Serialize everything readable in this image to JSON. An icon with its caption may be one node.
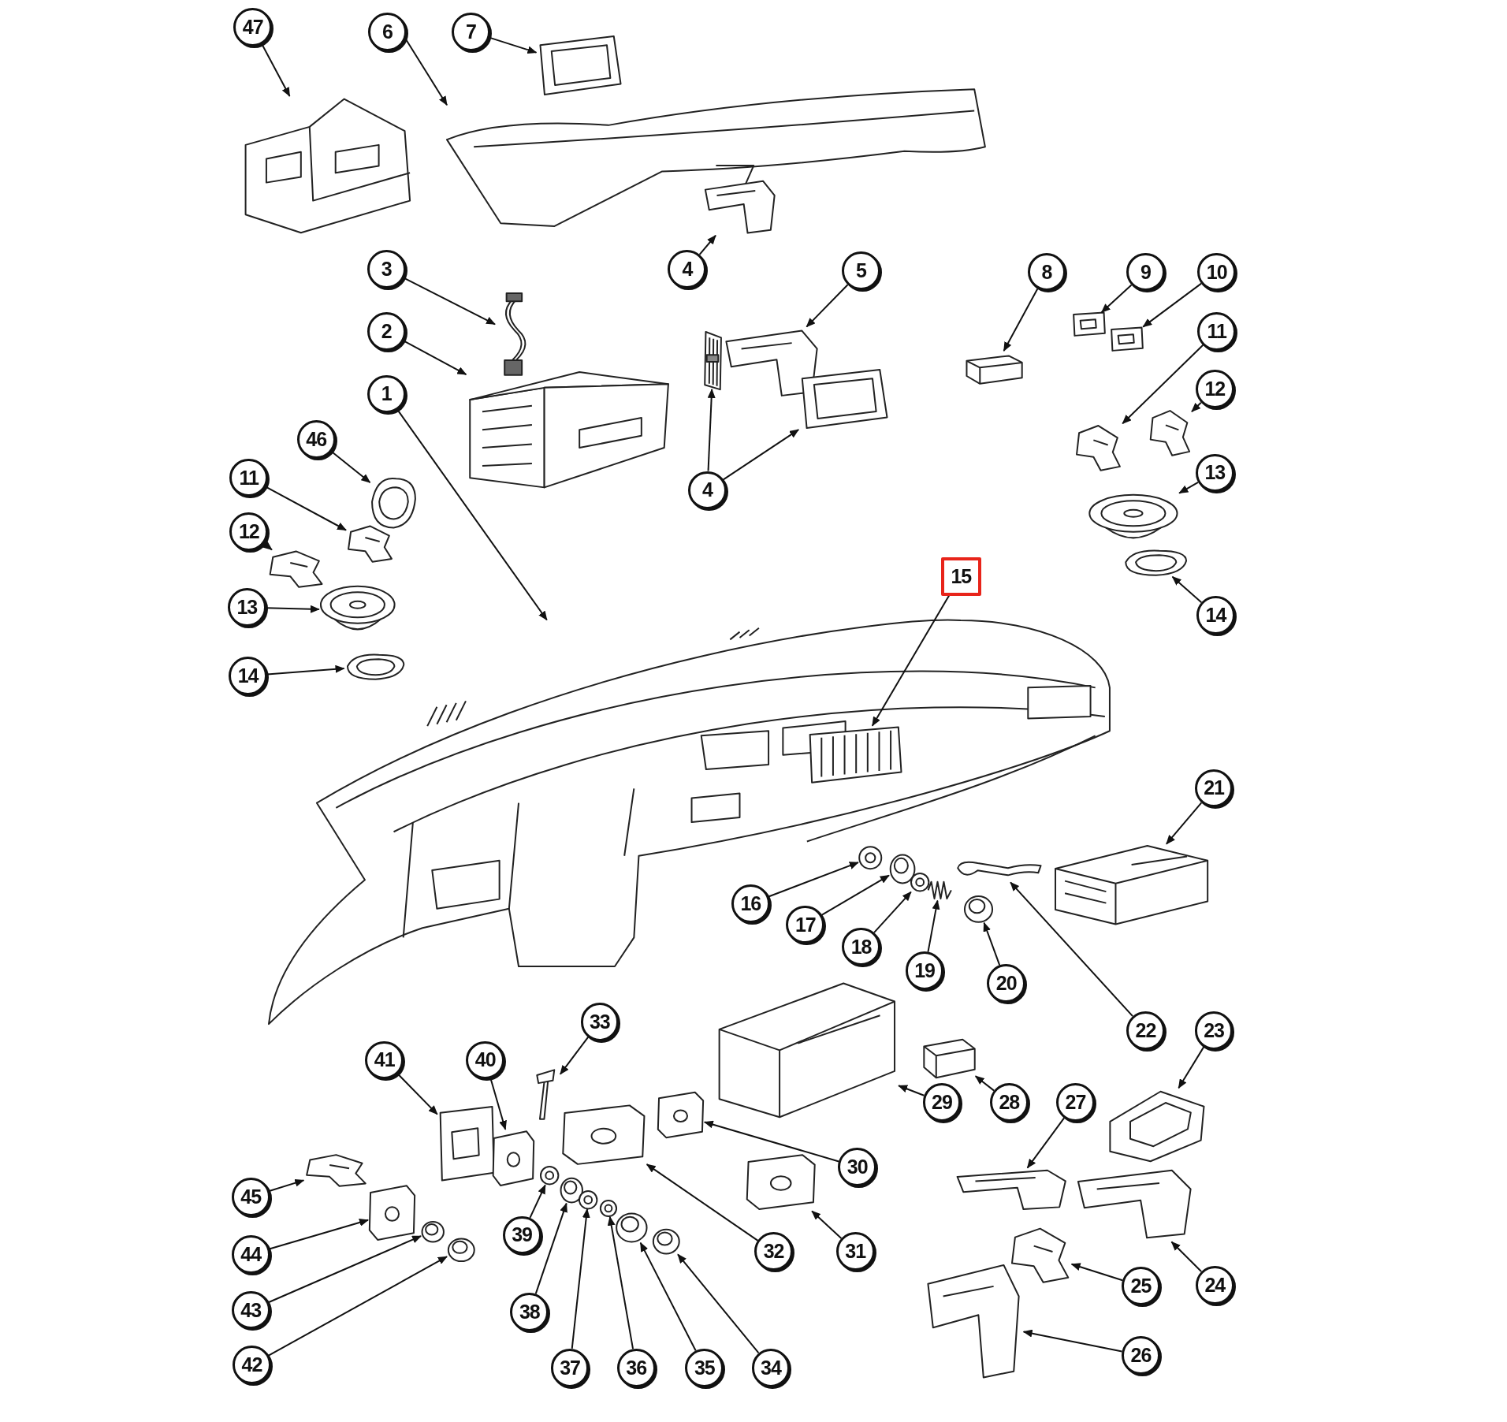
{
  "diagram": {
    "nodes": [
      {
        "text": [
          "47"
        ]
      },
      {
        "text": [],
        "shape": "picture"
      },
      {
        "text": [
          "6"
        ]
      },
      {
        "text": [],
        "shape": "picture"
      },
      {
        "text": [
          "7"
        ]
      },
      {
        "text": [],
        "shape": "picture"
      },
      {
        "text": [
          "4"
        ]
      },
      {
        "text": [],
        "shape": "picture"
      },
      {
        "text": [
          "3"
        ]
      },
      {
        "text": [],
        "shape": "picture"
      },
      {
        "text": [
          "2"
        ]
      },
      {
        "text": [],
        "shape": "picture"
      },
      {
        "text": [
          "1"
        ]
      },
      {
        "text": [],
        "shape": "picture"
      },
      {
        "text": [
          "5"
        ]
      },
      {
        "text": [],
        "shape": "picture"
      },
      {
        "text": [
          "4"
        ]
      },
      {
        "text": [],
        "shape": "picture"
      },
      {
        "text": [],
        "shape": "picture"
      },
      {
        "text": [
          "8"
        ]
      },
      {
        "text": [],
        "shape": "picture"
      },
      {
        "text": [
          "9"
        ]
      },
      {
        "text": [],
        "shape": "picture"
      },
      {
        "text": [
          "10"
        ]
      },
      {
        "text": [],
        "shape": "picture"
      },
      {
        "text": [
          "11"
        ]
      },
      {
        "text": [],
        "shape": "picture"
      },
      {
        "text": [
          "12"
        ]
      },
      {
        "text": [],
        "shape": "picture"
      },
      {
        "text": [
          "13"
        ]
      },
      {
        "text": [],
        "shape": "picture"
      },
      {
        "text": [
          "14"
        ]
      },
      {
        "text": [],
        "shape": "picture"
      },
      {
        "text": [
          "46"
        ]
      },
      {
        "text": [],
        "shape": "picture"
      },
      {
        "text": [
          "11"
        ]
      },
      {
        "text": [],
        "shape": "picture"
      },
      {
        "text": [
          "12"
        ]
      },
      {
        "text": [],
        "shape": "picture"
      },
      {
        "text": [
          "13"
        ]
      },
      {
        "text": [],
        "shape": "picture"
      },
      {
        "text": [
          "14"
        ]
      },
      {
        "text": [],
        "shape": "picture",
        "in": 13
      },
      {
        "text": [
          "15"
        ]
      },
      {
        "text": [],
        "shape": "picture",
        "in": 13
      },
      {
        "text": [
          "21"
        ]
      },
      {
        "text": [],
        "shape": "picture"
      },
      {
        "text": [
          "16"
        ],
        "in": 13
      },
      {
        "text": [],
        "shape": "picture",
        "in": 13
      },
      {
        "text": [
          "17"
        ],
        "in": 13
      },
      {
        "text": [],
        "shape": "picture",
        "in": 13
      },
      {
        "text": [
          "18"
        ],
        "in": 13
      },
      {
        "text": [],
        "shape": "picture",
        "in": 13
      },
      {
        "text": [
          "19"
        ],
        "in": 13
      },
      {
        "text": [],
        "shape": "picture",
        "in": 13
      },
      {
        "text": [
          "20"
        ],
        "in": 13
      },
      {
        "text": [],
        "shape": "picture",
        "in": 13
      },
      {
        "text": [
          "22"
        ]
      },
      {
        "text": [],
        "shape": "picture",
        "in": 13
      },
      {
        "text": [
          "23"
        ]
      },
      {
        "text": [],
        "shape": "picture"
      },
      {
        "text": [
          "33"
        ]
      },
      {
        "text": [],
        "shape": "picture"
      },
      {
        "text": [
          "41"
        ]
      },
      {
        "text": [],
        "shape": "picture"
      },
      {
        "text": [
          "40"
        ]
      },
      {
        "text": [],
        "shape": "picture"
      },
      {
        "text": [
          "29"
        ]
      },
      {
        "text": [],
        "shape": "picture"
      },
      {
        "text": [
          "28"
        ]
      },
      {
        "text": [],
        "shape": "picture"
      },
      {
        "text": [
          "27"
        ]
      },
      {
        "text": [],
        "shape": "picture"
      },
      {
        "text": [
          "30"
        ]
      },
      {
        "text": [],
        "shape": "picture"
      },
      {
        "text": [
          "45"
        ]
      },
      {
        "text": [],
        "shape": "picture"
      },
      {
        "text": [
          "44"
        ]
      },
      {
        "text": [],
        "shape": "picture"
      },
      {
        "text": [
          "39"
        ]
      },
      {
        "text": [],
        "shape": "picture"
      },
      {
        "text": [
          "32"
        ]
      },
      {
        "text": [],
        "shape": "picture"
      },
      {
        "text": [
          "31"
        ]
      },
      {
        "text": [],
        "shape": "picture"
      },
      {
        "text": [
          "24"
        ]
      },
      {
        "text": [],
        "shape": "picture"
      },
      {
        "text": [
          "25"
        ]
      },
      {
        "text": [],
        "shape": "picture"
      },
      {
        "text": [
          "43"
        ]
      },
      {
        "text": [],
        "shape": "picture"
      },
      {
        "text": [
          "38"
        ]
      },
      {
        "text": [],
        "shape": "picture"
      },
      {
        "text": [
          "26"
        ]
      },
      {
        "text": [],
        "shape": "picture"
      },
      {
        "text": [
          "42"
        ]
      },
      {
        "text": [],
        "shape": "picture"
      },
      {
        "text": [
          "37"
        ]
      },
      {
        "text": [],
        "shape": "picture"
      },
      {
        "text": [
          "36"
        ]
      },
      {
        "text": [],
        "shape": "picture"
      },
      {
        "text": [
          "35"
        ]
      },
      {
        "text": [],
        "shape": "picture"
      },
      {
        "text": [
          "34"
        ]
      },
      {
        "text": [],
        "shape": "picture"
      }
    ],
    "edges": [
      {
        "from": 0,
        "to": 1,
        "arrow": "to"
      },
      {
        "from": 2,
        "to": 3,
        "arrow": "to"
      },
      {
        "from": 4,
        "to": 5,
        "arrow": "to"
      },
      {
        "from": 6,
        "to": 7,
        "arrow": "to"
      },
      {
        "from": 8,
        "to": 9,
        "arrow": "to"
      },
      {
        "from": 10,
        "to": 11,
        "arrow": "to"
      },
      {
        "from": 12,
        "to": 13,
        "arrow": "to"
      },
      {
        "from": 14,
        "to": 15,
        "arrow": "to"
      },
      {
        "from": 16,
        "to": 17,
        "arrow": "to"
      },
      {
        "from": 16,
        "to": 18,
        "arrow": "to"
      },
      {
        "from": 19,
        "to": 20,
        "arrow": "to"
      },
      {
        "from": 21,
        "to": 22,
        "arrow": "to"
      },
      {
        "from": 23,
        "to": 24,
        "arrow": "to"
      },
      {
        "from": 25,
        "to": 26,
        "arrow": "to"
      },
      {
        "from": 27,
        "to": 28,
        "arrow": "to"
      },
      {
        "from": 29,
        "to": 30,
        "arrow": "to"
      },
      {
        "from": 31,
        "to": 32,
        "arrow": "to"
      },
      {
        "from": 33,
        "to": 34,
        "arrow": "to"
      },
      {
        "from": 35,
        "to": 36,
        "arrow": "to"
      },
      {
        "from": 37,
        "to": 38,
        "arrow": "to"
      },
      {
        "from": 39,
        "to": 40,
        "arrow": "to"
      },
      {
        "from": 41,
        "to": 42,
        "arrow": "to"
      },
      {
        "from": 43,
        "to": 44,
        "arrow": "to"
      },
      {
        "from": 45,
        "to": 46,
        "arrow": "to"
      },
      {
        "from": 47,
        "to": 48,
        "arrow": "to"
      },
      {
        "from": 49,
        "to": 50,
        "arrow": "to"
      },
      {
        "from": 51,
        "to": 52,
        "arrow": "to"
      },
      {
        "from": 53,
        "to": 54,
        "arrow": "to"
      },
      {
        "from": 55,
        "to": 56,
        "arrow": "to"
      },
      {
        "from": 57,
        "to": 58,
        "arrow": "to"
      },
      {
        "from": 59,
        "to": 60,
        "arrow": "to"
      },
      {
        "from": 61,
        "to": 62,
        "arrow": "to"
      },
      {
        "from": 63,
        "to": 64,
        "arrow": "to"
      },
      {
        "from": 65,
        "to": 66,
        "arrow": "to"
      },
      {
        "from": 67,
        "to": 68,
        "arrow": "to"
      },
      {
        "from": 69,
        "to": 70,
        "arrow": "to"
      },
      {
        "from": 71,
        "to": 72,
        "arrow": "to"
      },
      {
        "from": 73,
        "to": 74,
        "arrow": "to"
      },
      {
        "from": 75,
        "to": 76,
        "arrow": "to"
      },
      {
        "from": 77,
        "to": 78,
        "arrow": "to"
      },
      {
        "from": 79,
        "to": 80,
        "arrow": "to"
      },
      {
        "from": 81,
        "to": 82,
        "arrow": "to"
      },
      {
        "from": 83,
        "to": 84,
        "arrow": "to"
      },
      {
        "from": 85,
        "to": 86,
        "arrow": "to"
      },
      {
        "from": 87,
        "to": 88,
        "arrow": "to"
      },
      {
        "from": 89,
        "to": 90,
        "arrow": "to"
      },
      {
        "from": 91,
        "to": 92,
        "arrow": "to"
      },
      {
        "from": 93,
        "to": 94,
        "arrow": "to"
      },
      {
        "from": 95,
        "to": 96,
        "arrow": "to"
      },
      {
        "from": 97,
        "to": 98,
        "arrow": "to"
      },
      {
        "from": 99,
        "to": 100,
        "arrow": "to"
      },
      {
        "from": 101,
        "to": 102,
        "arrow": "to"
      },
      {
        "from": 103,
        "to": 104,
        "arrow": "to"
      }
    ]
  }
}
